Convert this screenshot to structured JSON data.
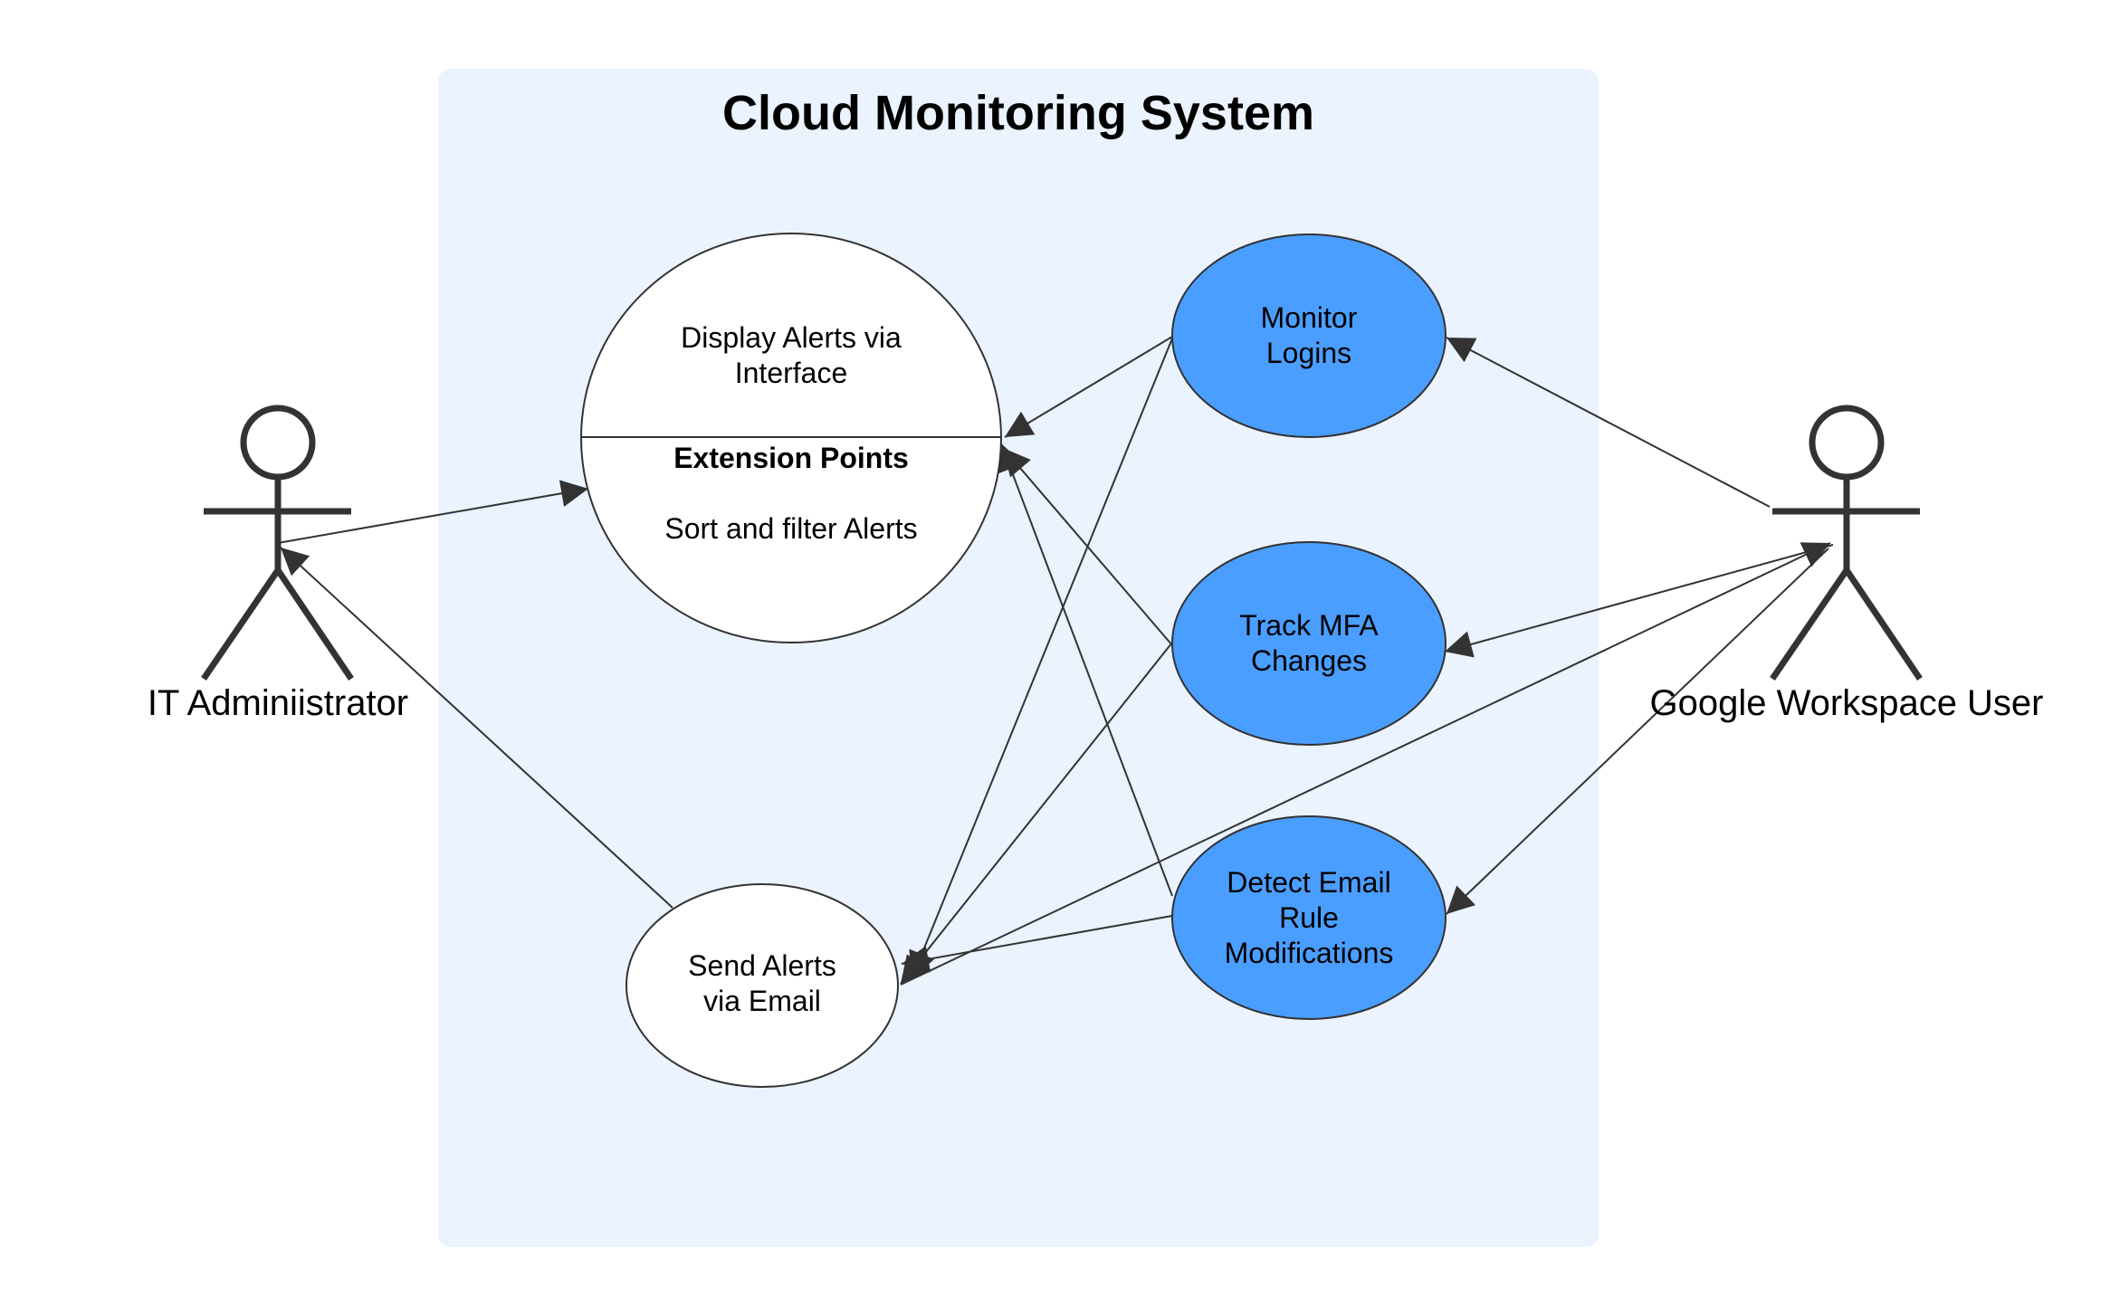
{
  "system": {
    "title": "Cloud Monitoring System"
  },
  "actors": {
    "admin": {
      "label": "IT Adminiistrator"
    },
    "user": {
      "label": "Google Workspace User"
    }
  },
  "use_cases": {
    "display_alerts": {
      "line1": "Display Alerts via",
      "line2": "Interface",
      "extension_heading": "Extension Points",
      "extension_item": "Sort and filter Alerts"
    },
    "send_alerts": {
      "line1": "Send Alerts",
      "line2": "via Email"
    },
    "monitor_logins": {
      "line1": "Monitor",
      "line2": "Logins"
    },
    "track_mfa": {
      "line1": "Track MFA",
      "line2": "Changes"
    },
    "detect_email": {
      "line1": "Detect Email",
      "line2": "Rule",
      "line3": "Modifications"
    }
  },
  "colors": {
    "system_bg": "#EAF3FE",
    "highlight_fill": "#4A9EFF",
    "plain_fill": "#FFFFFF",
    "stroke": "#333333"
  }
}
